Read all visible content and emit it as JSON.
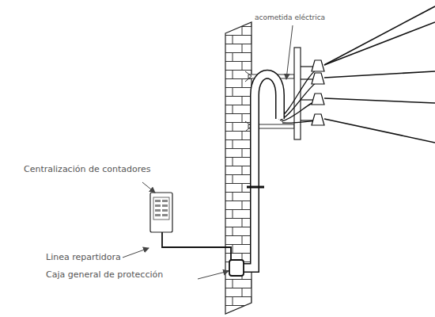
{
  "diagram": {
    "labels": [
      "acometida eléctrica",
      "Centralización de contadores",
      "Linea repartidora",
      "Caja general de protección"
    ]
  }
}
